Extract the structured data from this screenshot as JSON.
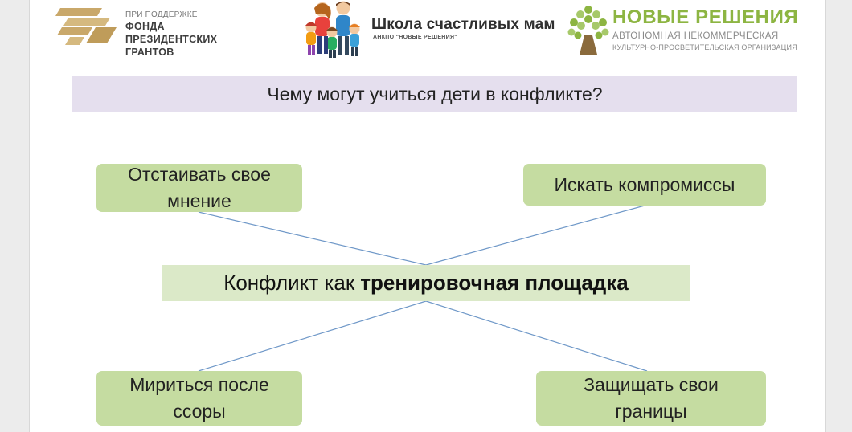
{
  "logos": {
    "fund": {
      "line1": "ПРИ ПОДДЕРЖКЕ",
      "line2": "ФОНДА",
      "line3": "ПРЕЗИДЕНТСКИХ",
      "line4": "ГРАНТОВ"
    },
    "school": {
      "title": "Школа счастливых мам",
      "subtitle": "АНКПО \"НОВЫЕ РЕШЕНИЯ\""
    },
    "org": {
      "title": "НОВЫЕ РЕШЕНИЯ",
      "sub1": "АВТОНОМНАЯ НЕКОММЕРЧЕСКАЯ",
      "sub2": "КУЛЬТУРНО-ПРОСВЕТИТЕЛЬСКАЯ ОРГАНИЗАЦИЯ"
    }
  },
  "title": "Чему могут учиться дети в конфликте?",
  "center": {
    "normal": "Конфликт как",
    "bold": "тренировочная площадка"
  },
  "nodes": {
    "top_left": {
      "line1": "Отстаивать свое",
      "line2": "мнение"
    },
    "top_right": {
      "line1": "Искать компромиссы"
    },
    "bottom_left": {
      "line1": "Мириться после",
      "line2": "ссоры"
    },
    "bottom_right": {
      "line1": "Защищать свои",
      "line2": "границы"
    }
  },
  "colors": {
    "node_fill": "#c5dca1",
    "center_fill": "#dbe9c8",
    "title_fill": "#e5dfee",
    "connector": "#6f98c8",
    "brand_green": "#8db542",
    "fund_gold": "#c9a86a"
  }
}
